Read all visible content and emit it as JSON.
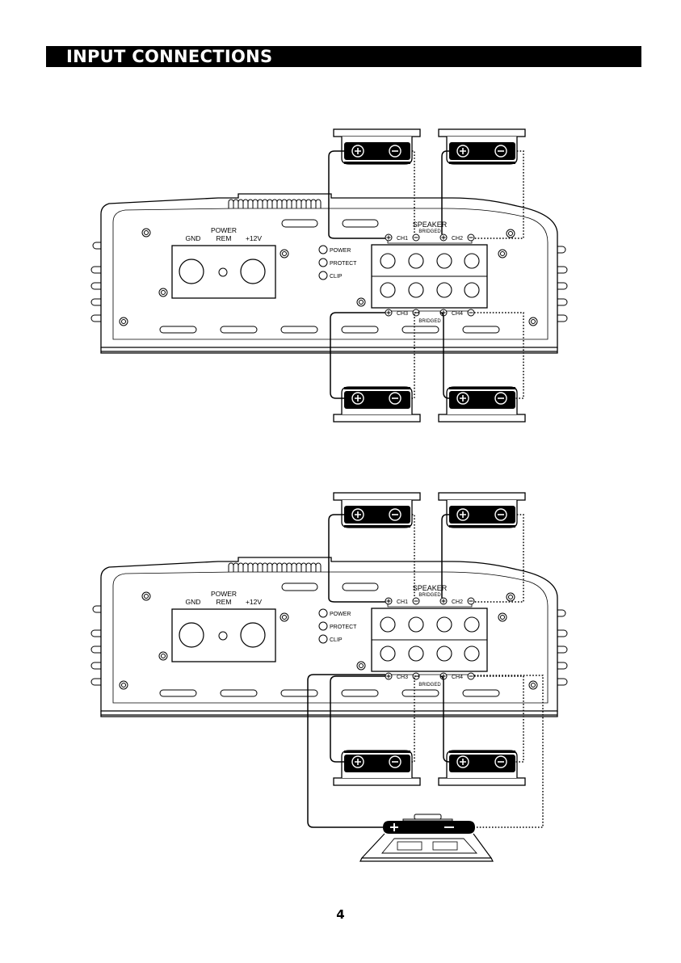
{
  "header": {
    "title": "INPUT CONNECTIONS"
  },
  "amplifier": {
    "power_terminal": {
      "heading": "POWER",
      "gnd": "GND",
      "rem": "REM",
      "batt": "+12V"
    },
    "indicators": [
      "POWER",
      "PROTECT",
      "CLIP"
    ],
    "speaker_block": {
      "heading": "SPEAKER",
      "bridged": "BRIDGED",
      "top_channels": [
        "CH1",
        "CH2"
      ],
      "bottom_channels": [
        "CH3",
        "CH4"
      ]
    }
  },
  "icons": {
    "plus": "+",
    "minus": "−"
  },
  "footer": {
    "page_number": "4"
  }
}
